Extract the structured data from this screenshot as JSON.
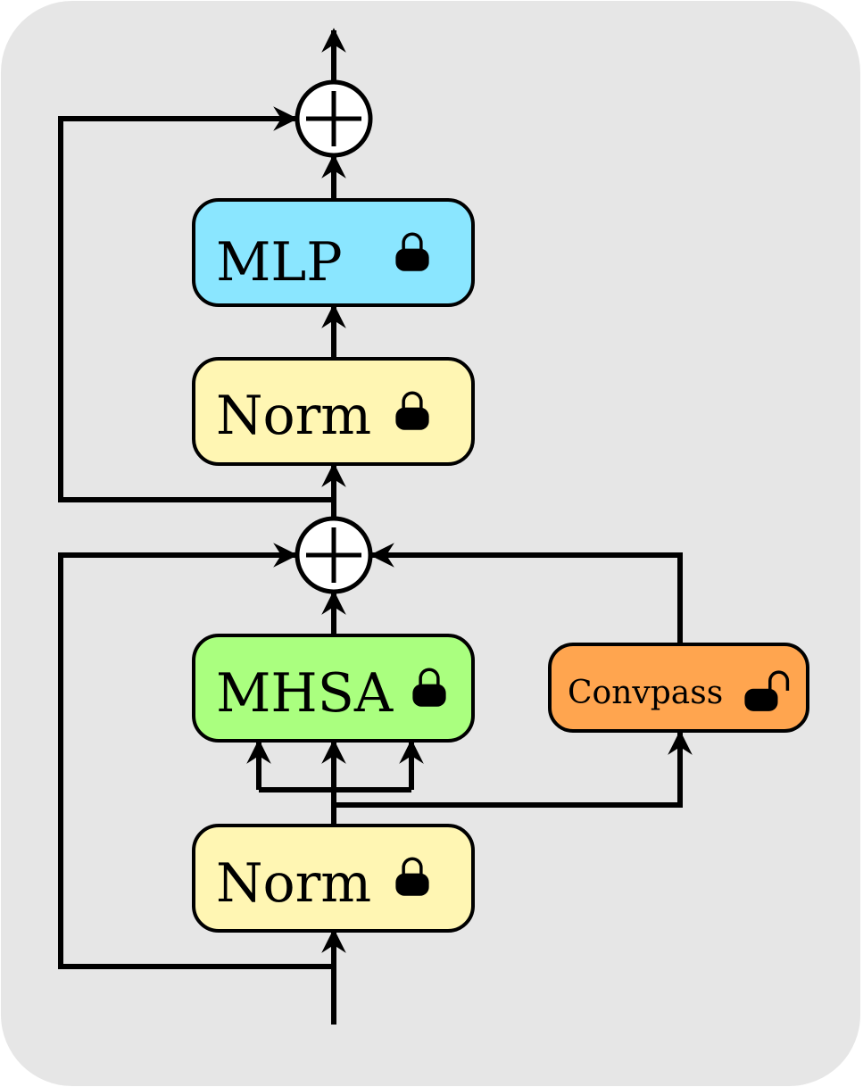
{
  "colors": {
    "background": "#e6e6e6",
    "mlp": "#8ae6ff",
    "norm": "#fff6b3",
    "mhsa": "#aaff7f",
    "convpass": "#ffa54f"
  },
  "blocks": {
    "mlp": {
      "label": "MLP",
      "icon": "lock-closed-icon"
    },
    "norm_top": {
      "label": "Norm",
      "icon": "lock-closed-icon"
    },
    "mhsa": {
      "label": "MHSA",
      "icon": "lock-closed-icon"
    },
    "convpass": {
      "label": "Convpass",
      "icon": "lock-open-icon"
    },
    "norm_bottom": {
      "label": "Norm",
      "icon": "lock-closed-icon"
    }
  },
  "operators": {
    "add_top": {
      "symbol": "+",
      "icon": "plus-circle-icon"
    },
    "add_bottom": {
      "symbol": "+",
      "icon": "plus-circle-icon"
    }
  }
}
